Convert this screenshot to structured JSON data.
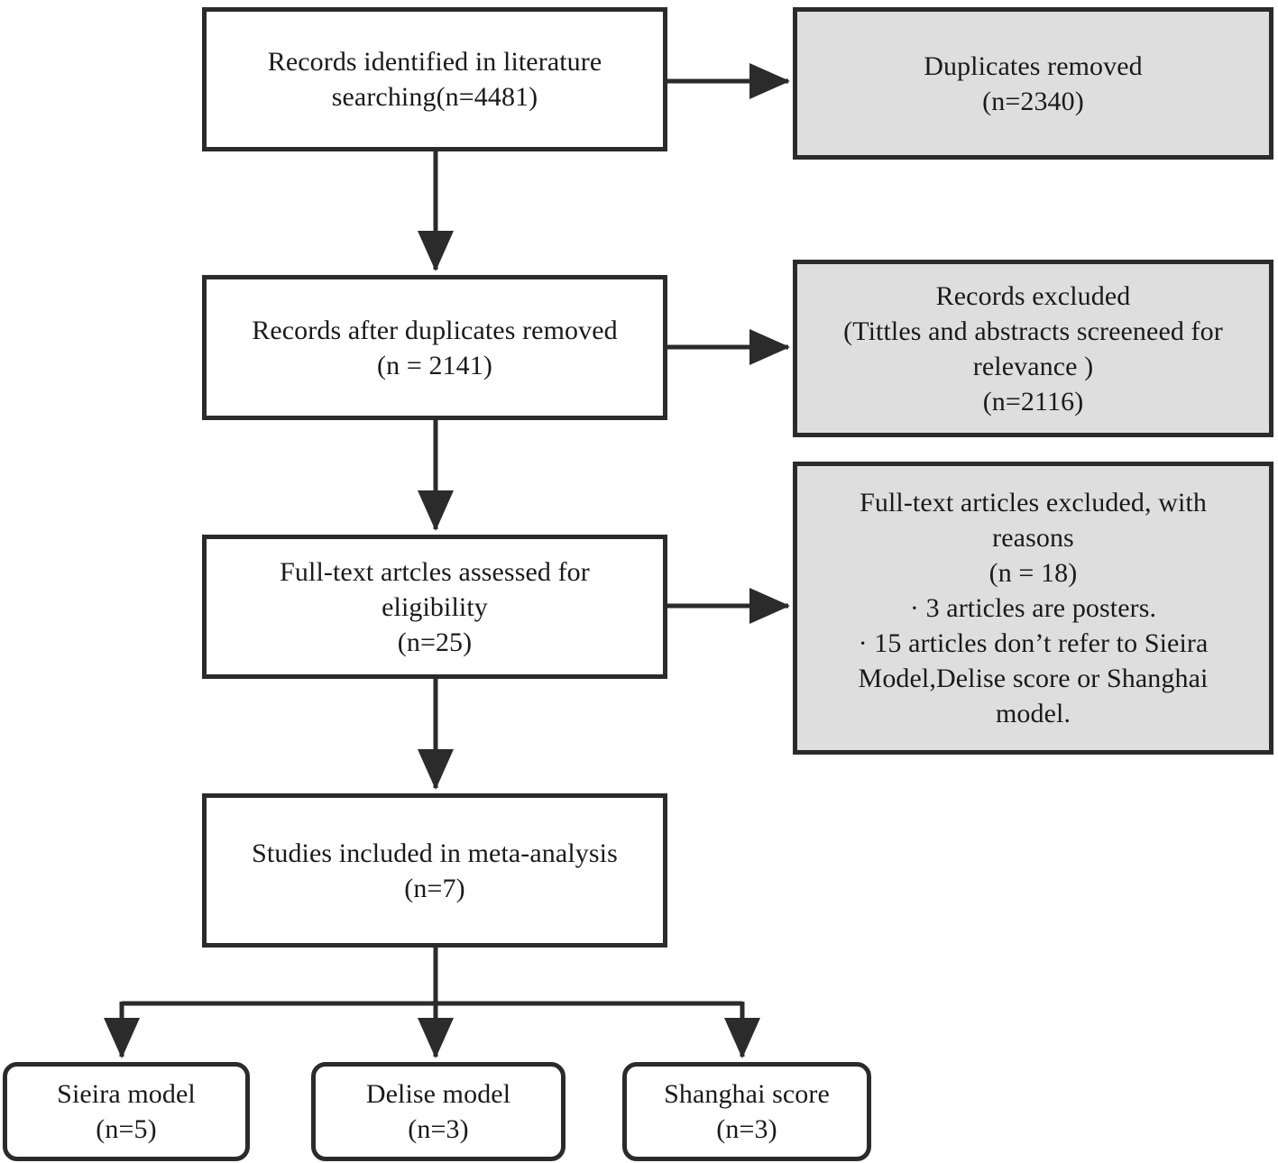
{
  "diagram": {
    "title": "PRISMA study selection flow diagram",
    "fill_shaded": "#dedede",
    "stroke": "#2b2b2b",
    "nodes": {
      "identified": {
        "label": "Records identified in literature\nsearching(n=4481)",
        "shape": "rectangle",
        "fill": "white"
      },
      "duplicates_removed": {
        "label": "Duplicates removed\n(n=2340)",
        "shape": "rectangle",
        "fill": "shaded"
      },
      "after_duplicates": {
        "label": "Records after duplicates removed\n(n = 2141)",
        "shape": "rectangle",
        "fill": "white"
      },
      "records_excluded": {
        "label": "Records excluded\n(Tittles and abstracts screeneed for\nrelevance )\n(n=2116)",
        "shape": "rectangle",
        "fill": "shaded"
      },
      "fulltext_assessed": {
        "label": "Full-text artcles assessed for\neligibility\n(n=25)",
        "shape": "rectangle",
        "fill": "white"
      },
      "fulltext_excluded": {
        "label": "Full-text articles excluded, with\nreasons\n(n = 18)\n· 3 articles are posters.\n· 15 articles don’t refer to Sieira\nModel,Delise score or Shanghai\nmodel.",
        "shape": "rectangle",
        "fill": "shaded"
      },
      "studies_included": {
        "label": "Studies included in meta-analysis\n(n=7)",
        "shape": "rectangle",
        "fill": "white"
      },
      "sieira_model": {
        "label": "Sieira model\n(n=5)",
        "shape": "rounded-rectangle",
        "fill": "white"
      },
      "delise_model": {
        "label": "Delise model\n(n=3)",
        "shape": "rounded-rectangle",
        "fill": "white"
      },
      "shanghai_score": {
        "label": "Shanghai score\n(n=3)",
        "shape": "rounded-rectangle",
        "fill": "white"
      }
    },
    "connectors": [
      {
        "name": "identified-to-duplicates",
        "from": "identified",
        "to": "duplicates_removed",
        "direction": "right"
      },
      {
        "name": "identified-to-after-duplicates",
        "from": "identified",
        "to": "after_duplicates",
        "direction": "down"
      },
      {
        "name": "after-duplicates-to-records-excluded",
        "from": "after_duplicates",
        "to": "records_excluded",
        "direction": "right"
      },
      {
        "name": "after-duplicates-to-fulltext",
        "from": "after_duplicates",
        "to": "fulltext_assessed",
        "direction": "down"
      },
      {
        "name": "fulltext-to-fulltext-excluded",
        "from": "fulltext_assessed",
        "to": "fulltext_excluded",
        "direction": "right"
      },
      {
        "name": "fulltext-to-studies-included",
        "from": "fulltext_assessed",
        "to": "studies_included",
        "direction": "down"
      },
      {
        "name": "studies-to-sieira",
        "from": "studies_included",
        "to": "sieira_model",
        "direction": "down-split-left"
      },
      {
        "name": "studies-to-delise",
        "from": "studies_included",
        "to": "delise_model",
        "direction": "down-split-center"
      },
      {
        "name": "studies-to-shanghai",
        "from": "studies_included",
        "to": "shanghai_score",
        "direction": "down-split-right"
      }
    ]
  }
}
